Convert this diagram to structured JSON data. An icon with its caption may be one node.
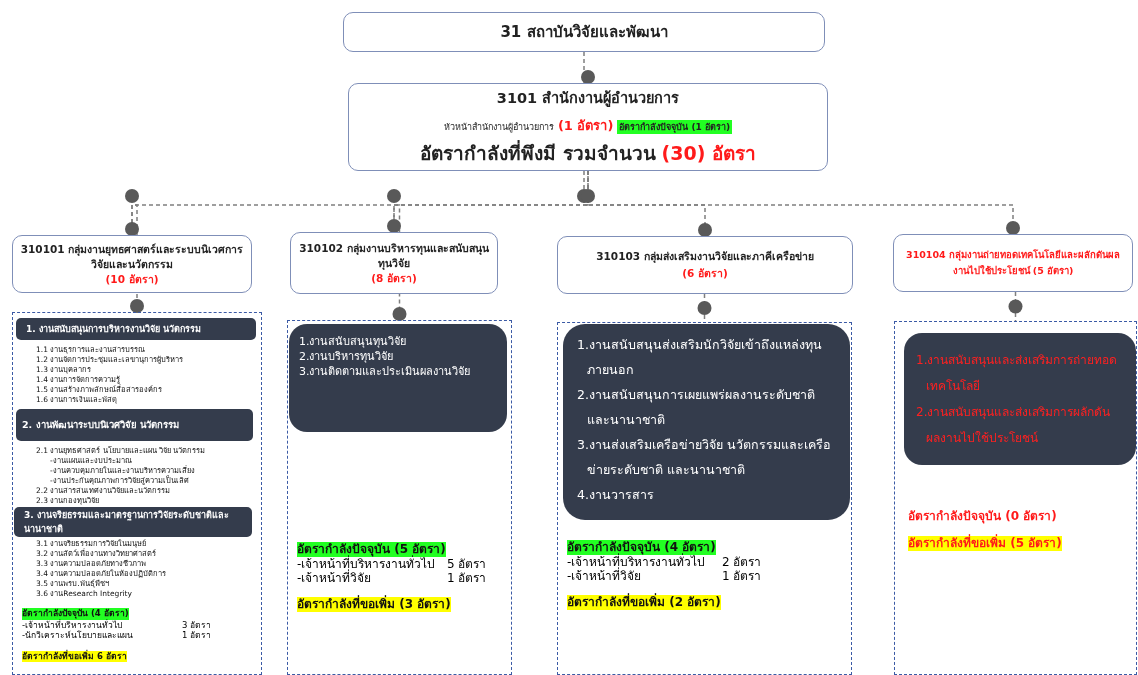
{
  "diagram": {
    "nodes": [
      {
        "text": [
          "31 สถาบันวิจัยและพัฒนา"
        ]
      },
      {
        "text": [
          "3101 สำนักงานผู้อำนวยการ",
          "หัวหน้าสำนักงานผู้อำนวยการ",
          "(1 อัตรา)",
          "อัตรากำลังปัจจุบัน (1 อัตรา)",
          "อัตรากำลังที่พึงมี รวมจำนวน",
          "(30) อัตรา"
        ]
      },
      {
        "text": [
          "310101 กลุ่มงานยุทธศาสตร์และระบบนิเวศการวิจัยและนวัตกรรม",
          "(10 อัตรา)"
        ]
      },
      {
        "text": [
          "310102 กลุ่มงานบริหารทุนและสนับสนุนทุนวิจัย",
          "(8 อัตรา)"
        ]
      },
      {
        "text": [
          "310103 กลุ่มส่งเสริมงานวิจัยและภาคีเครือข่าย",
          "(6 อัตรา)"
        ]
      },
      {
        "text": [
          "310104 กลุ่มงานถ่ายทอดเทคโนโลยีและผลักดันผลงานไปใช้ประโยชน์ (5 อัตรา)"
        ]
      },
      {
        "text": [
          "1.1 งานธุรการและงานสารบรรณ",
          "1.2 งานจัดการประชุมและเลขานุการผู้บริหาร",
          "1.3 งานบุคลากร",
          "1.4 งานการจัดการความรู้",
          "1.5 งานสร้างภาพลักษณ์สื่อสารองค์กร",
          "1.6 งานการเงินและพัสดุ",
          "2.1 งานยุทธศาสตร์ นโยบายและแผน วิจัย นวัตกรรม",
          "-งานแผนและงบประมาณ",
          "-งานควบคุมภายในและงานบริหารความเสี่ยง",
          "-งานประกันคุณภาพการวิจัยสู่ความเป็นเลิศ",
          "2.2 งานสารสนเทศงานวิจัยและนวัตกรรม",
          "2.3 งานกองทุนวิจัย",
          "3.1 งานจริยธรรมการวิจัยในมนุษย์",
          "3.2 งานสัตว์เพื่องานทางวิทยาศาสตร์",
          "3.3 งานความปลอดภัยทางชีวภาพ",
          "3.4 งานความปลอดภัยในห้องปฏิบัติการ",
          "3.5 งานพรบ.พันธุ์พืชฯ",
          "3.6 งานResearch Integrity",
          "อัตรากำลังปัจจุบัน (4 อัตรา)",
          "-เจ้าหน้าที่บริหารงานทั่วไป",
          "3 อัตรา",
          "-นักวิเคราะห์นโยบายและแผน",
          "1 อัตรา",
          "อัตรากำลังที่ขอเพิ่ม 6 อัตรา"
        ]
      },
      {
        "text": [
          "1. งานสนับสนุนการบริหารงานวิจัย นวัตกรรม"
        ],
        "in": 6
      },
      {
        "text": [
          "2. งานพัฒนาระบบนิเวศวิจัย นวัตกรรม"
        ],
        "in": 6
      },
      {
        "text": [
          "3. งานจริยธรรมและมาตรฐานการวิจัยระดับชาติและนานาชาติ"
        ],
        "in": 6
      },
      {
        "text": [
          "อัตรากำลังปัจจุบัน (5 อัตรา)",
          "-เจ้าหน้าที่บริหารงานทั่วไป",
          "5 อัตรา",
          "-เจ้าหน้าที่วิจัย",
          "1 อัตรา",
          "อัตรากำลังที่ขอเพิ่ม (3 อัตรา)"
        ]
      },
      {
        "text": [
          "1.งานสนับสนุนทุนวิจัย",
          "2.งานบริหารทุนวิจัย",
          "3.งานติดตามและประเมินผลงานวิจัย"
        ],
        "in": 10
      },
      {
        "text": [
          "อัตรากำลังปัจจุบัน (4 อัตรา)",
          "-เจ้าหน้าที่บริหารงานทั่วไป",
          "2 อัตรา",
          "-เจ้าหน้าที่วิจัย",
          "1 อัตรา",
          "อัตรากำลังที่ขอเพิ่ม (2 อัตรา)"
        ]
      },
      {
        "text": [
          "1.งานสนับสนุนส่งเสริมนักวิจัยเข้าถึงแหล่งทุนภายนอก",
          "2.งานสนับสนุนการเผยแพร่ผลงานระดับชาติและนานาชาติ",
          "3.งานส่งเสริมเครือข่ายวิจัย นวัตกรรมและเครือข่ายระดับชาติ และนานาชาติ",
          "4.งานวารสาร"
        ],
        "in": 12
      },
      {
        "text": [
          "อัตรากำลังปัจจุบัน (0 อัตรา)",
          "อัตรากำลังที่ขอเพิ่ม (5 อัตรา)"
        ]
      },
      {
        "text": [
          "1.งานสนับสนุนและส่งเสริมการถ่ายทอดเทคโนโลยี",
          "2.งานสนับสนุนและส่งเสริมการผลักดันผลงานไปใช้ประโยชน์"
        ],
        "in": 14
      }
    ],
    "edges": [
      {
        "from": 0,
        "to": 1,
        "arrow": "none",
        "style": "dashed"
      },
      {
        "from": 1,
        "to": 2,
        "arrow": "none",
        "style": "dashed"
      },
      {
        "from": 1,
        "to": 3,
        "arrow": "none",
        "style": "dashed"
      },
      {
        "from": 1,
        "to": 4,
        "arrow": "none",
        "style": "dashed"
      },
      {
        "from": 1,
        "to": 5,
        "arrow": "none",
        "style": "dashed"
      },
      {
        "from": 2,
        "to": 6,
        "arrow": "none",
        "style": "dashed"
      },
      {
        "from": 3,
        "to": 10,
        "arrow": "none",
        "style": "dashed"
      },
      {
        "from": 4,
        "to": 12,
        "arrow": "none",
        "style": "dashed"
      },
      {
        "from": 5,
        "to": 14,
        "arrow": "none",
        "style": "dashed"
      }
    ]
  }
}
